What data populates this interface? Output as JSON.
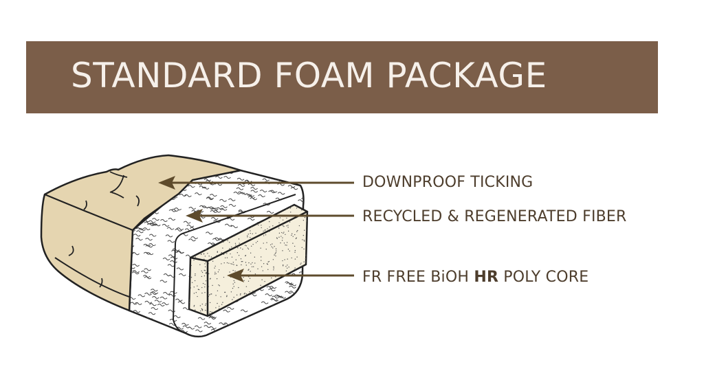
{
  "banner": {
    "title": "STANDARD FOAM PACKAGE"
  },
  "labels": [
    {
      "text": "DOWNPROOF TICKING"
    },
    {
      "text": "RECYCLED & REGENERATED FIBER"
    },
    {
      "pre": "FR FREE BiOH ",
      "bold": "HR",
      "post": " POLY CORE"
    }
  ],
  "colors": {
    "banner": "#7b5e49",
    "ticking": "#e5d5b0",
    "core": "#f5efdc",
    "arrow": "#5e4b2c",
    "outline": "#222222"
  }
}
